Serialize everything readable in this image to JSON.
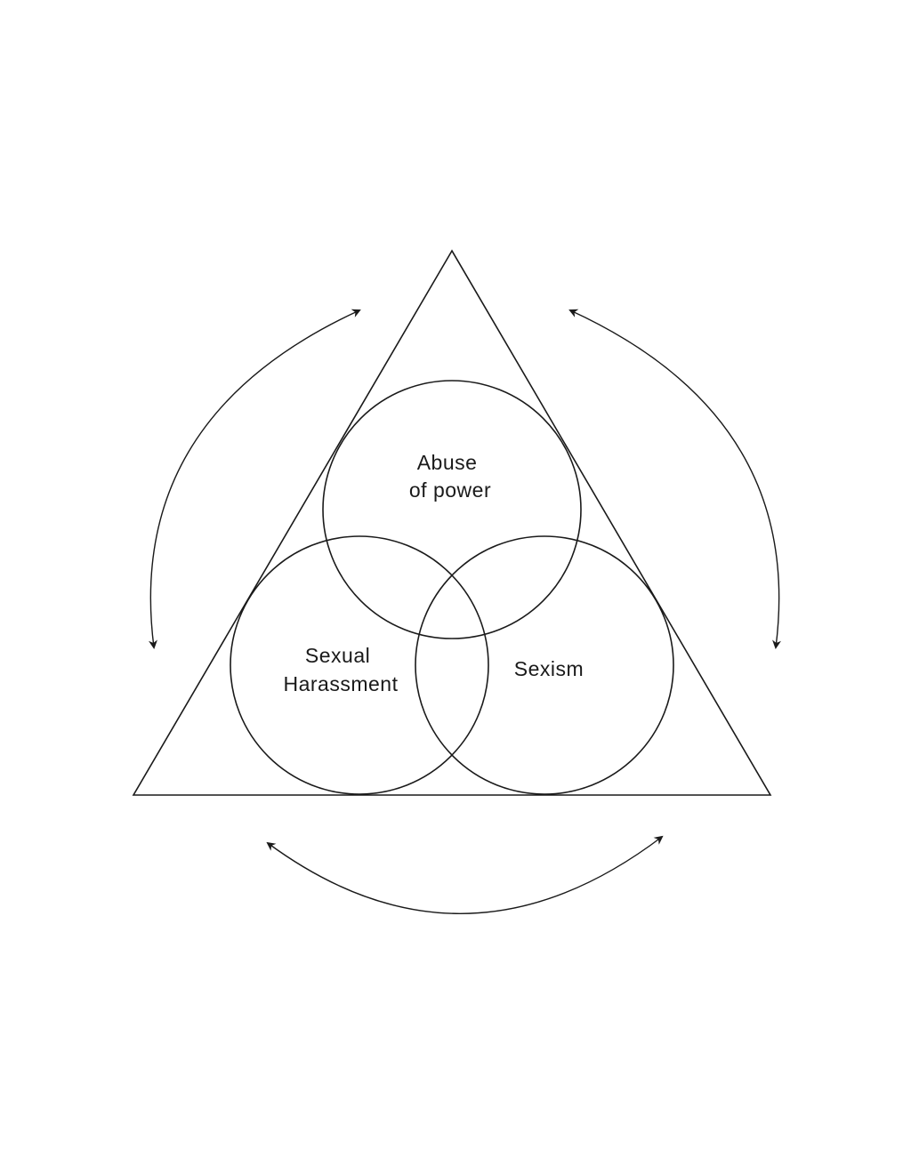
{
  "diagram": {
    "type": "venn-triangle",
    "circles": [
      {
        "id": "abuse",
        "lines": [
          "Abuse",
          "of power"
        ]
      },
      {
        "id": "harassment",
        "lines": [
          "Sexual",
          "Harassment"
        ]
      },
      {
        "id": "sexism",
        "lines": [
          "Sexism"
        ]
      }
    ],
    "arrows": [
      "left-side",
      "right-side",
      "bottom"
    ],
    "arrow_style": "double-headed curved",
    "colors": {
      "line": "#1a1a1a",
      "background": "#ffffff"
    }
  }
}
